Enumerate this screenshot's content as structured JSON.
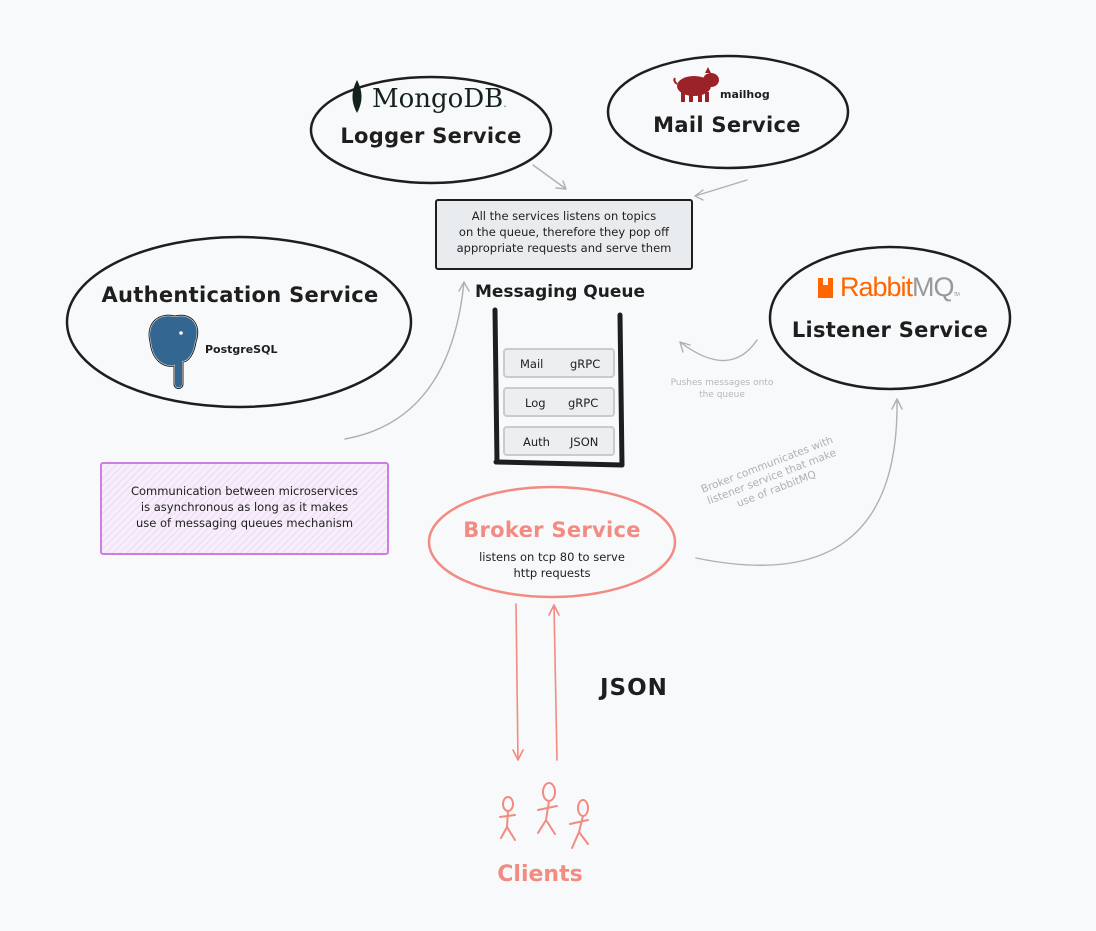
{
  "logger": {
    "title": "Logger Service",
    "db_logo": "MongoDB",
    "db_mark": "."
  },
  "mail": {
    "title": "Mail Service",
    "logo_text": "mailhog"
  },
  "auth": {
    "title": "Authentication Service",
    "db_logo": "PostgreSQL"
  },
  "listener": {
    "title": "Listener Service",
    "logo_rabbit": "Rabbit",
    "logo_mq": "MQ",
    "logo_tm": "TM"
  },
  "queue_note": {
    "lines": [
      "All the services listens on topics",
      "on the queue, therefore they pop off",
      "appropriate requests and serve them"
    ]
  },
  "queue": {
    "title": "Messaging Queue",
    "items": [
      {
        "name": "Mail",
        "protocol": "gRPC"
      },
      {
        "name": "Log",
        "protocol": "gRPC"
      },
      {
        "name": "Auth",
        "protocol": "JSON"
      }
    ]
  },
  "comm_note": {
    "lines": [
      "Communication between microservices",
      "is asynchronous as long as it makes",
      "use of messaging queues mechanism"
    ]
  },
  "broker": {
    "title": "Broker Service",
    "lines": [
      "listens on tcp 80 to serve",
      "http requests"
    ]
  },
  "pushes_label": {
    "lines": [
      "Pushes messages onto",
      "the queue"
    ]
  },
  "broker_comm_label": {
    "lines": [
      "Broker communicates with",
      "listener service that make",
      "use of rabbitMQ"
    ]
  },
  "json_label": "JSON",
  "clients_label": "Clients",
  "colors": {
    "stroke": "#1e1e1e",
    "broker": "#f28b82",
    "note_border": "#cc7fe0",
    "arrow_gray": "#b0b0b0",
    "postgres": "#336791",
    "mailhog": "#9b2226"
  }
}
